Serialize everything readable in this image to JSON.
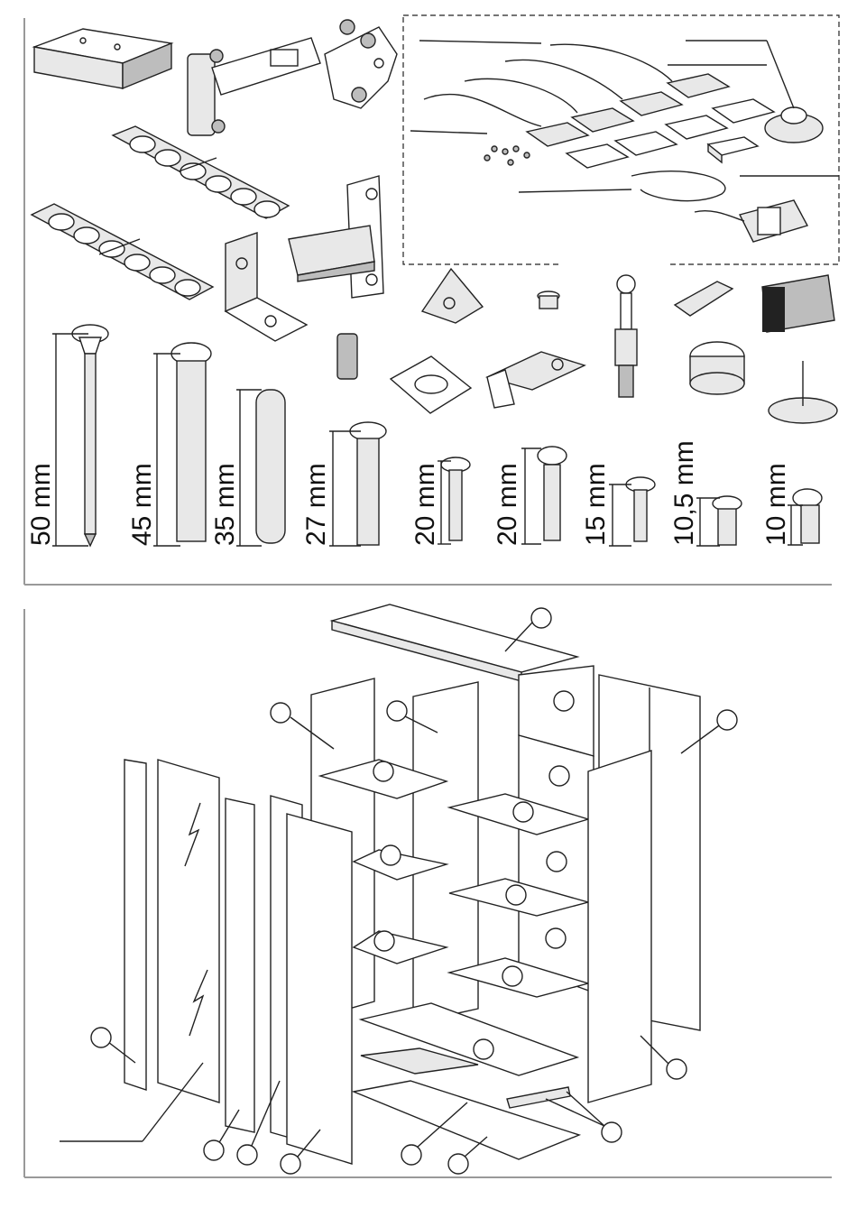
{
  "hardware_panel": {
    "dimensions": [
      {
        "key": "screw_50",
        "label": "50 mm"
      },
      {
        "key": "screw_45",
        "label": "45 mm"
      },
      {
        "key": "dowel_35",
        "label": "35 mm"
      },
      {
        "key": "screw_27",
        "label": "27 mm"
      },
      {
        "key": "screw_20a",
        "label": "20 mm"
      },
      {
        "key": "screw_20b",
        "label": "20 mm"
      },
      {
        "key": "screw_15",
        "label": "15 mm"
      },
      {
        "key": "screw_10_5",
        "label": "10,5 mm"
      },
      {
        "key": "bolt_10",
        "label": "10 mm"
      }
    ],
    "lighting_kit_box": "dashed"
  },
  "assembly_panel": {
    "callout_count": 26
  },
  "colors": {
    "line": "#222222",
    "panel_border": "#999999",
    "fill_light": "#e8e8e8",
    "fill_dark": "#bdbdbd"
  }
}
